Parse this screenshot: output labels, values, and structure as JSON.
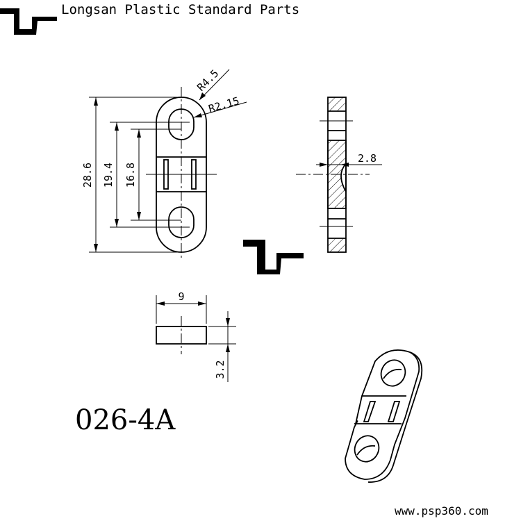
{
  "header": {
    "company": "Longsan Plastic Standard Parts"
  },
  "part_number": "026-4A",
  "website": "www.psp360.com",
  "dimensions": {
    "overall_length": "28.6",
    "slot_outer_spacing": "19.4",
    "slot_inner_spacing": "16.8",
    "outer_radius": "R4.5",
    "slot_radius": "R2.15",
    "section_thickness": "2.8",
    "width": "9",
    "height": "3.2"
  }
}
